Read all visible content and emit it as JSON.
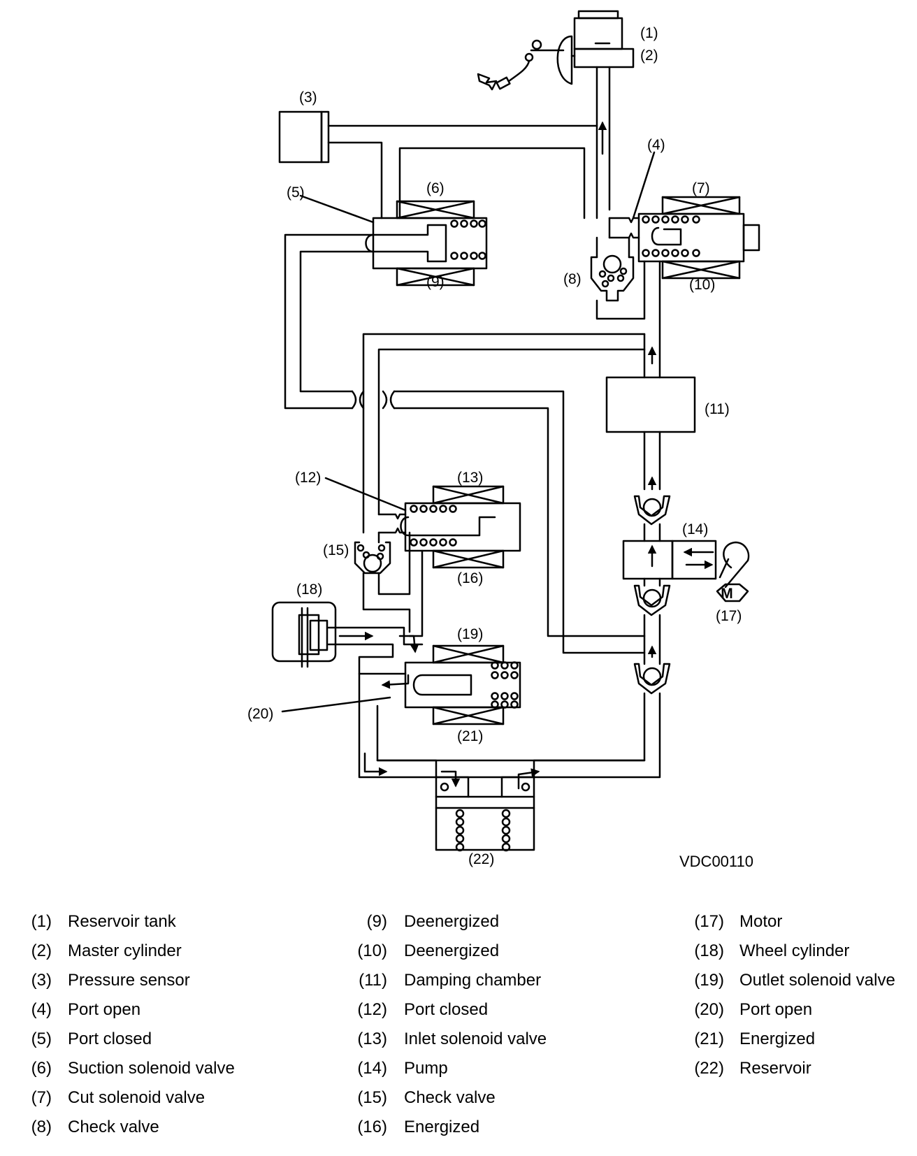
{
  "diagram": {
    "code": "VDC00110",
    "callouts": [
      "(1)",
      "(2)",
      "(3)",
      "(4)",
      "(5)",
      "(6)",
      "(7)",
      "(8)",
      "(9)",
      "(10)",
      "(11)",
      "(12)",
      "(13)",
      "(14)",
      "(15)",
      "(16)",
      "(17)",
      "(18)",
      "(19)",
      "(20)",
      "(21)",
      "(22)"
    ],
    "motor_symbol": "M"
  },
  "legend": [
    {
      "num": "(1)",
      "name": "Reservoir tank"
    },
    {
      "num": "(2)",
      "name": "Master cylinder"
    },
    {
      "num": "(3)",
      "name": "Pressure sensor"
    },
    {
      "num": "(4)",
      "name": "Port open"
    },
    {
      "num": "(5)",
      "name": "Port closed"
    },
    {
      "num": "(6)",
      "name": "Suction solenoid valve"
    },
    {
      "num": "(7)",
      "name": "Cut solenoid valve"
    },
    {
      "num": "(8)",
      "name": "Check valve"
    },
    {
      "num": "(9)",
      "name": "Deenergized"
    },
    {
      "num": "(10)",
      "name": "Deenergized"
    },
    {
      "num": "(11)",
      "name": "Damping chamber"
    },
    {
      "num": "(12)",
      "name": "Port closed"
    },
    {
      "num": "(13)",
      "name": "Inlet solenoid valve"
    },
    {
      "num": "(14)",
      "name": "Pump"
    },
    {
      "num": "(15)",
      "name": "Check valve"
    },
    {
      "num": "(16)",
      "name": "Energized"
    },
    {
      "num": "(17)",
      "name": "Motor"
    },
    {
      "num": "(18)",
      "name": "Wheel cylinder"
    },
    {
      "num": "(19)",
      "name": "Outlet solenoid valve"
    },
    {
      "num": "(20)",
      "name": "Port open"
    },
    {
      "num": "(21)",
      "name": "Energized"
    },
    {
      "num": "(22)",
      "name": "Reservoir"
    }
  ]
}
